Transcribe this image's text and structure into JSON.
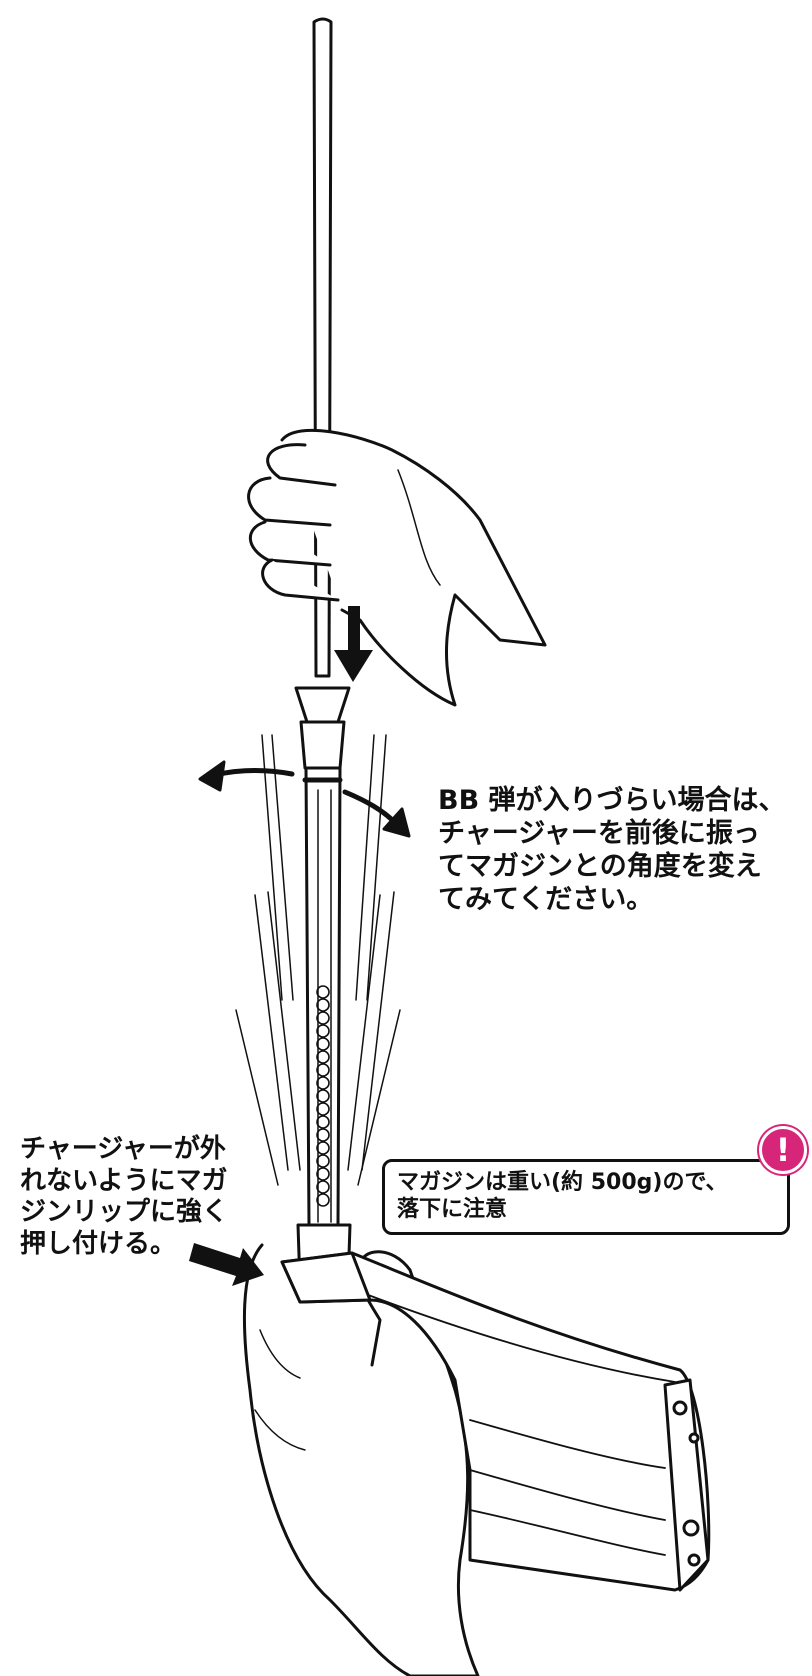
{
  "notes": {
    "bb_lines": [
      "BB 弾が入りづらい場合は、",
      "チャージャーを前後に振っ",
      "てマガジンとの角度を変え",
      "てみてください。"
    ],
    "charger_lines": [
      "チャージャーが外",
      "れないようにマガ",
      "ジンリップに強く",
      "押し付ける。"
    ],
    "warning_lines": [
      "マガジンは重い(約 500g)ので、",
      "落下に注意"
    ],
    "warning_badge": "!"
  },
  "colors": {
    "line": "#111111",
    "accent": "#d7267a",
    "background": "#ffffff"
  },
  "icons": {
    "warning": "exclamation-icon",
    "arrows": "arrow-icon"
  }
}
